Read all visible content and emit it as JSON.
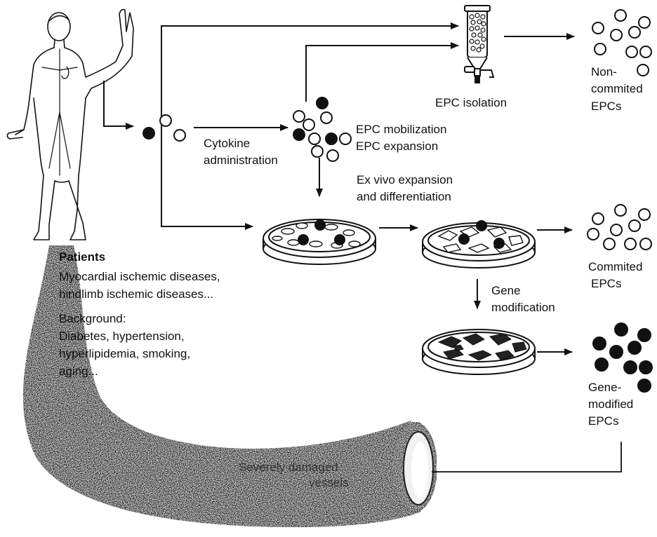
{
  "labels": {
    "epc_isolation": "EPC isolation",
    "non_commited": [
      "Non-",
      "commited",
      "EPCs"
    ],
    "cytokine": [
      "Cytokine",
      "administration"
    ],
    "mobilization": [
      "EPC mobilization",
      "EPC expansion"
    ],
    "ex_vivo": [
      "Ex vivo expansion",
      "and differentiation"
    ],
    "commited": [
      "Commited",
      "EPCs"
    ],
    "gene_mod": [
      "Gene",
      "modification"
    ],
    "gene_modified": [
      "Gene-",
      "modified",
      "EPCs"
    ],
    "patients_title": "Patients",
    "patients_diseases": [
      "Myocardial ischemic diseases,",
      "hindlimb ischemic diseases..."
    ],
    "background_title": "Background:",
    "background_items": [
      "Diabetes, hypertension,",
      "hyperlipidemia, smoking,",
      "aging..."
    ],
    "vessel": [
      "Severely damaged",
      "vessels"
    ]
  },
  "colors": {
    "ink": "#111111",
    "vessel": "#1a1a1a",
    "paper": "#ffffff"
  }
}
